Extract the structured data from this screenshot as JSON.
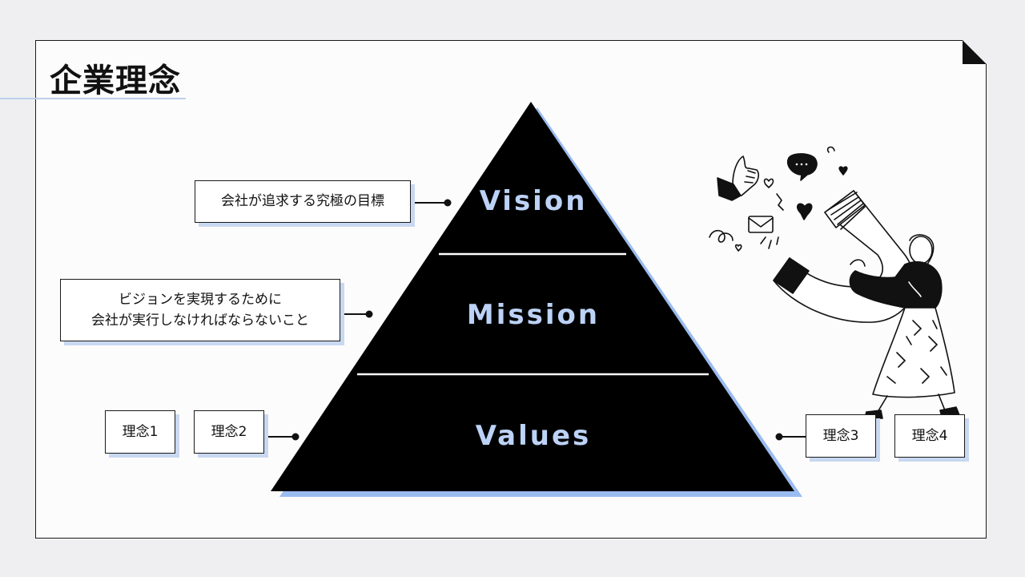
{
  "title": "企業理念",
  "pyramid": {
    "levels": [
      {
        "name": "Vision"
      },
      {
        "name": "Mission"
      },
      {
        "name": "Values"
      }
    ]
  },
  "labels": {
    "vision": "会社が追求する究極の目標",
    "mission_line1": "ビジョンを実現するために",
    "mission_line2": "会社が実行しなければならないこと",
    "value1": "理念1",
    "value2": "理念2",
    "value3": "理念3",
    "value4": "理念4"
  },
  "colors": {
    "accent": "#9bbcf0",
    "shadow": "#c9d8f1",
    "pyramid": "#000000"
  },
  "illustration": {
    "icon": "magnet-person-illustration"
  }
}
